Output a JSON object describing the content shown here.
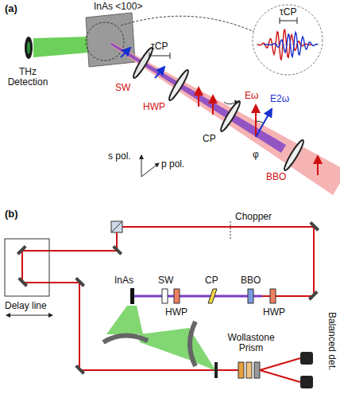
{
  "diagram": {
    "labels": [
      "(a)",
      "InAs <100>",
      "THz Detection",
      "SW",
      "τCP",
      "HWP",
      "τCP",
      "s pol.",
      "p pol.",
      "CP",
      "Eω",
      "E2ω",
      "φ",
      "BBO",
      "(b)",
      "Chopper",
      "Delay line",
      "InAs",
      "SW",
      "HWP",
      "CP",
      "BBO",
      "HWP",
      "Wollastone Prism",
      "Balanced det."
    ]
  }
}
